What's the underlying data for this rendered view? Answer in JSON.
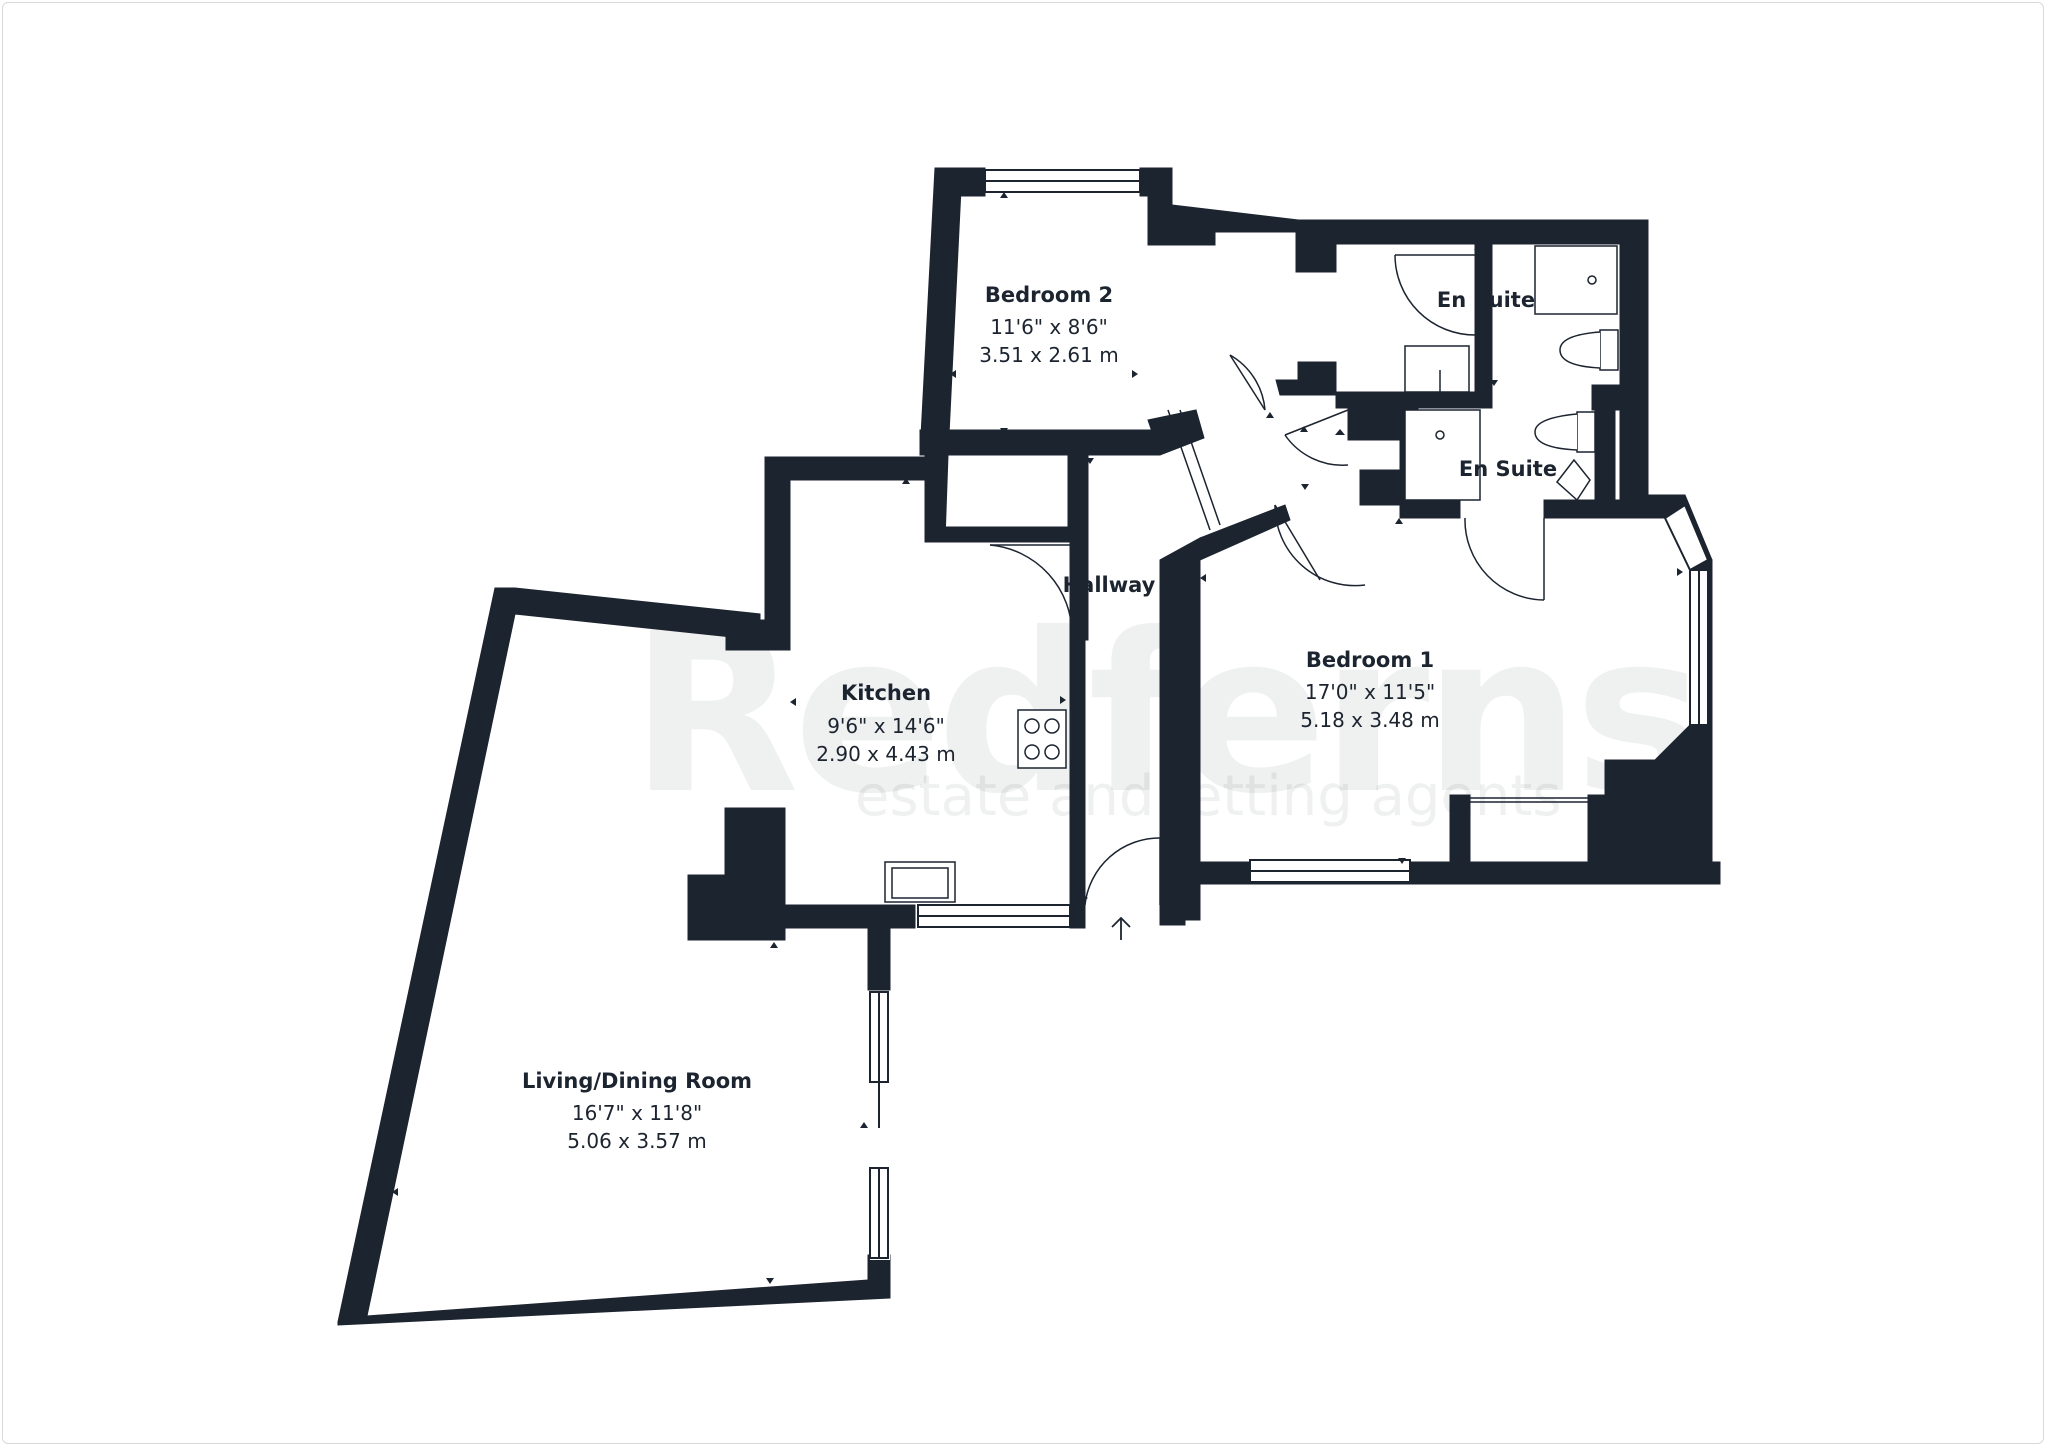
{
  "colors": {
    "wall": "#1c2430",
    "background": "#ffffff",
    "text": "#1c2430"
  },
  "watermark": {
    "brand": "Redferns",
    "tagline": "estate and letting agents"
  },
  "rooms": {
    "bedroom2": {
      "name": "Bedroom 2",
      "imperial": "11'6\" x 8'6\"",
      "metric": "3.51 x 2.61 m"
    },
    "ensuite1": {
      "name": "En Suite"
    },
    "ensuite2": {
      "name": "En Suite"
    },
    "hallway": {
      "name": "Hallway"
    },
    "kitchen": {
      "name": "Kitchen",
      "imperial": "9'6\" x 14'6\"",
      "metric": "2.90 x 4.43 m"
    },
    "bedroom1": {
      "name": "Bedroom 1",
      "imperial": "17'0\" x 11'5\"",
      "metric": "5.18 x 3.48 m"
    },
    "living": {
      "name": "Living/Dining Room",
      "imperial": "16'7\" x 11'8\"",
      "metric": "5.06 x 3.57 m"
    }
  },
  "icons": [
    "hob-icon",
    "sink-icon",
    "shower-icon",
    "toilet-icon",
    "basin-icon",
    "entrance-arrow-icon"
  ]
}
